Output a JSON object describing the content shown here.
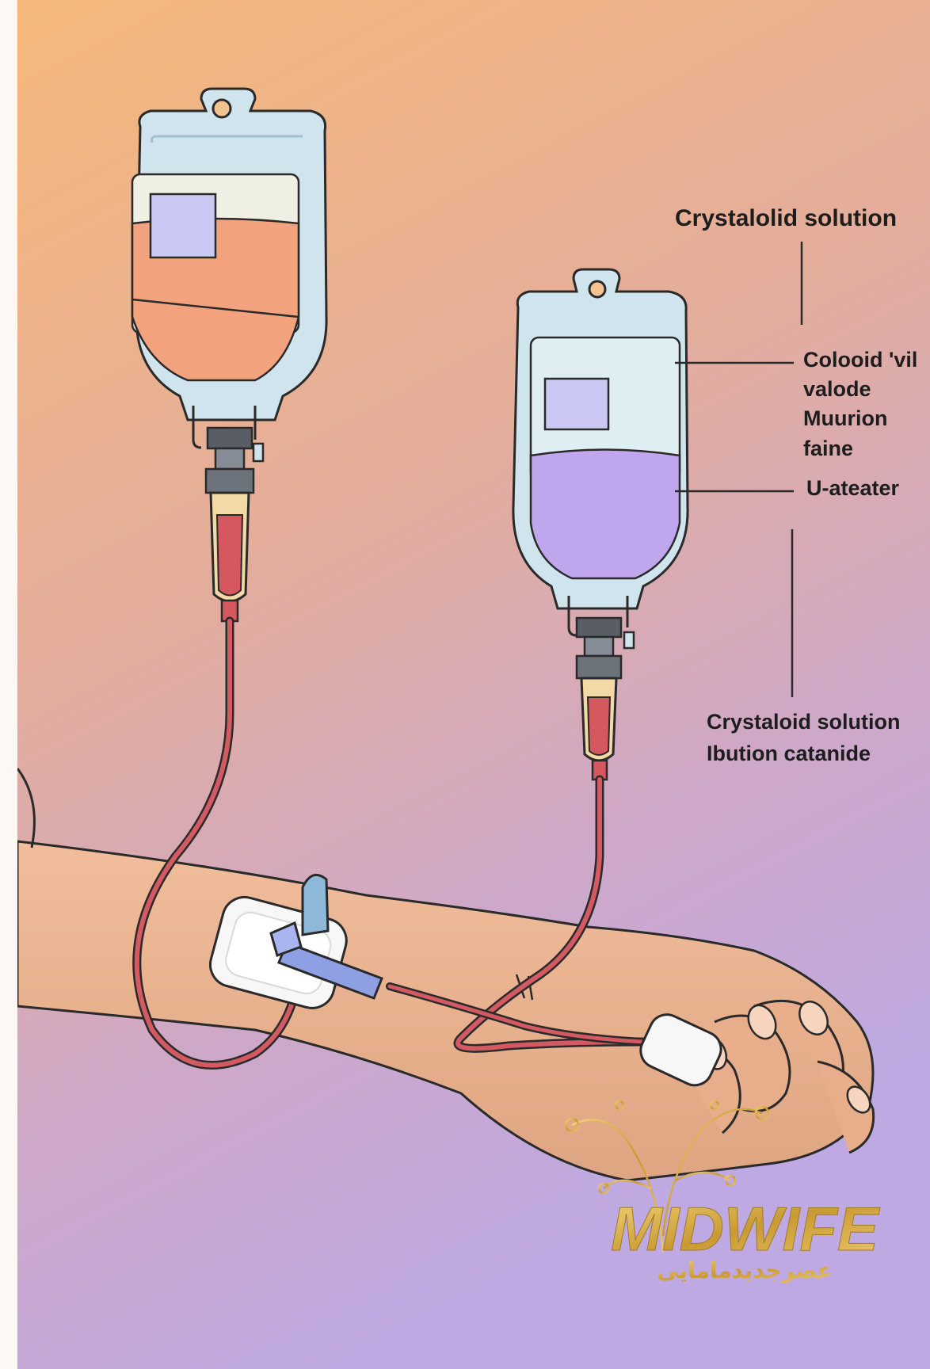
{
  "labels": {
    "crystalolid_solution": "Crystalolid solution",
    "colooid": "Colooid 'vil",
    "valode": "valode",
    "muurion": "Muurion",
    "faine": "faine",
    "u_ateater": "U-ateater",
    "crystaloid_solution": "Crystaloid solution",
    "ibution_catanide": "Ibution catanide"
  },
  "watermark": {
    "logo_text": "MIDWIFE",
    "logo_subtext": "عصرجدیدمامایی"
  },
  "colors": {
    "background_top": "#f5b87a",
    "background_bottom": "#c1a8e1",
    "bag_plastic": "#cfe4ec",
    "crystalloid_fluid": "#f3a27e",
    "colloid_fluid": "#c0a6ec",
    "blood_tube": "#d4585e",
    "skin": "#eab08f",
    "dressing": "#f7f7f7",
    "catheter_hub": "#8e9fe3",
    "watermark_gold": "#d9b24c"
  }
}
